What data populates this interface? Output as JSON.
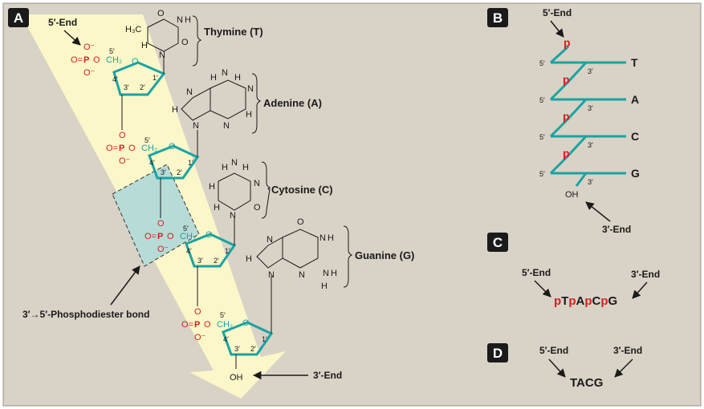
{
  "panel_a": {
    "label": "A",
    "five_end": "5′-End",
    "three_end": "3′-End",
    "bond_label": "3′→5′-Phosphodiester bond",
    "bases": [
      {
        "name": "Thymine (T)"
      },
      {
        "name": "Adenine (A)"
      },
      {
        "name": "Cytosine (C)"
      },
      {
        "name": "Guanine (G)"
      }
    ],
    "atoms": {
      "phosphorus": "P",
      "oxygen": "O",
      "oxygen_minus": "O⁻",
      "oxygen_double": "O=",
      "ch2": "CH₂",
      "methyl": "H₃C",
      "hydrogen": "H",
      "nitrogen": "N",
      "oh": "OH",
      "prime_5": "5′",
      "prime_4": "4′",
      "prime_3": "3′",
      "prime_2": "2′",
      "prime_1": "1′"
    }
  },
  "panel_b": {
    "label": "B",
    "five_end": "5′-End",
    "three_end": "3′-End",
    "phosphate": "p",
    "oh": "OH",
    "prime_5": "5′",
    "prime_3": "3′",
    "bases": [
      "T",
      "A",
      "C",
      "G"
    ]
  },
  "panel_c": {
    "label": "C",
    "five_end": "5′-End",
    "three_end": "3′-End",
    "sequence": [
      {
        "text": "p",
        "kind": "phosphate"
      },
      {
        "text": "T",
        "kind": "base"
      },
      {
        "text": "p",
        "kind": "phosphate"
      },
      {
        "text": "A",
        "kind": "base"
      },
      {
        "text": "p",
        "kind": "phosphate"
      },
      {
        "text": "C",
        "kind": "base"
      },
      {
        "text": "p",
        "kind": "phosphate"
      },
      {
        "text": "G",
        "kind": "base"
      }
    ]
  },
  "panel_d": {
    "label": "D",
    "five_end": "5′-End",
    "three_end": "3′-End",
    "sequence": "TACG"
  },
  "colors": {
    "background": "#d9d2c6",
    "backbone": "#1aa3a3",
    "phosphate": "#d42020",
    "arrow_band": "#fbf7c9",
    "highlight_box": "#b7dbd6",
    "label_box": "#1a1a1a"
  }
}
